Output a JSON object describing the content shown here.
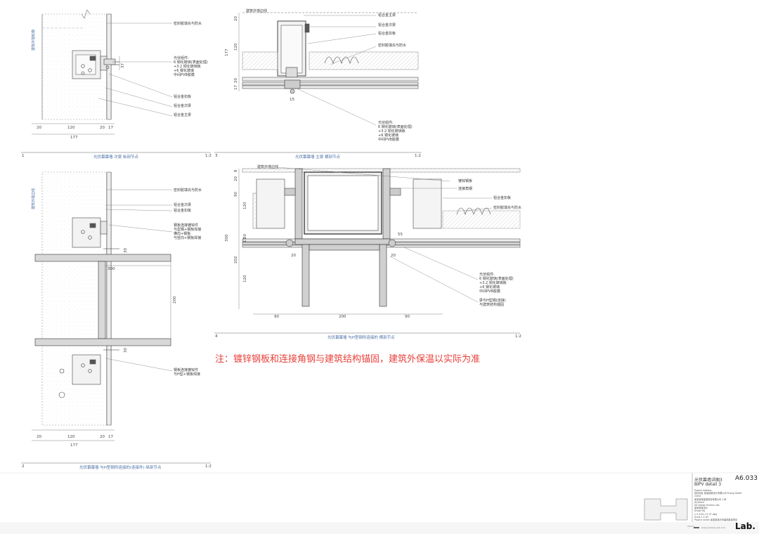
{
  "labels": {
    "d1_brick": "建筑外墙轮廓",
    "d1_sealant": "密封胶填充与防水",
    "d1_pv": "光伏组件:\n6 钢化玻璃(表面处理)\n+3.2 铜化玻璃板\n+6 钢化玻璃\n中间PVB胶膜",
    "d1_cap": "铝合金扣板",
    "d1_transom": "铝合金次梁",
    "d1_mullion": "铝合金主梁",
    "d3_top": "建筑外墙边线",
    "d3_mullion": "铝合金主梁",
    "d3_transom": "铝合金次梁",
    "d3_cap": "铝合金扣板",
    "d3_sealant": "密封胶填充与防水",
    "d3_pv": "光伏组件:\n6 钢化玻璃(表面处理)\n+3.2 铜化玻璃板\n+6 钢化玻璃\n中间PVB胶膜",
    "d2_brick": "建筑外墙边线",
    "d2_sealant": "密封胶填充与防水",
    "d2_transom": "铝合金次梁",
    "d2_cap": "铝合金扣板",
    "d2_steel": "钢板连接镀锌件\n与型钢+钢板焊接\n横向+钢板\n与竖向+钢板焊接",
    "d2_bottom": "钢板连接镀锌件\n与H型+钢板焊接",
    "d4_top": "建筑外墙边线",
    "d4_plate": "镀锌钢板",
    "d4_angle": "连接角钢",
    "d4_cap": "铝合金扣板",
    "d4_sealant": "密封胶填充与防水",
    "d4_pv": "光伏组件:\n6 钢化玻璃(表面处理)\n+3.2 铜化玻璃板\n+6 钢化玻璃\n中间PVB胶膜",
    "d4_anchor": "梁与H型钢(连接)\n与建筑结构锚固"
  },
  "dims": {
    "d1": [
      "20",
      "120",
      "20",
      "17",
      "177",
      "37"
    ],
    "d3": [
      "20",
      "120",
      "177",
      "17",
      "20",
      "15"
    ],
    "d2": [
      "30",
      "300",
      "200",
      "30",
      "20",
      "120",
      "20",
      "17",
      "177"
    ],
    "d4": [
      "8",
      "20",
      "90",
      "300",
      "120",
      "17",
      "20",
      "202",
      "120",
      "55",
      "20",
      "20",
      "90",
      "200",
      "90"
    ]
  },
  "captions": [
    {
      "num": "1",
      "text": "光伏幕幕墙 次梁 标剖节点",
      "scale": "1:2"
    },
    {
      "num": "3",
      "text": "光伏幕幕墙 主梁 横剖节点",
      "scale": "1:2"
    },
    {
      "num": "4",
      "text": "光伏幕幕墙 与H型钢所连接的 横剖节点",
      "scale": "1:2"
    },
    {
      "num": "2",
      "text": "光伏幕幕墙 与H型钢所连接的(连接件) 纵剖节点",
      "scale": "1:2"
    }
  ],
  "note": "注：镀锌钢板和连接角钢与建筑结构锚固，建筑外保温以实际为准",
  "title_block": {
    "title_cn": "光伏幕墙详图3",
    "title_en": "BIPV detail 3",
    "sheet_no": "A6.033",
    "info": "Project address\n项目地址 某某建筑设计有限公司 Shang Street\nClient\n某某某某能源科技有限公司 1 栋\nArchitect\nXX Design Bureau Lab\n某某某某设计\nDrawn By\nC.X 2021.12 07 dwg\nScale 1:2 A3\nProject name/ 某某某某光伏幕墙某某项目",
    "logo": "Lab.",
    "website": "www.example-lab.com",
    "scale_bar": "20mm"
  },
  "colors": {
    "note": "#e8403a",
    "annotation_blue": "#4a6fa5",
    "steel_fill": "#d8d8d8",
    "line": "#444444"
  }
}
